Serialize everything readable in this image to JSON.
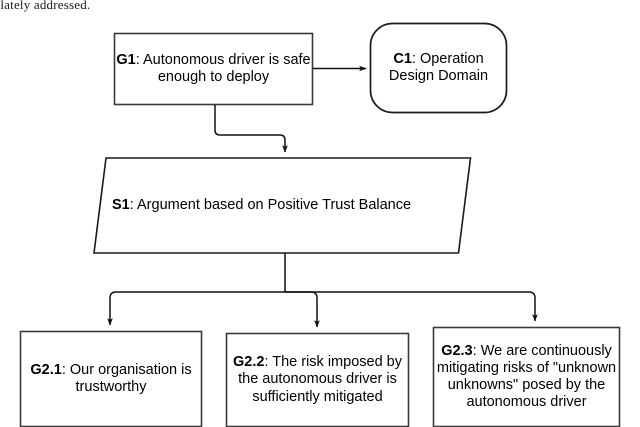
{
  "page": {
    "cropped_body_text": "...lately addressed."
  },
  "diagram": {
    "type": "goal-structuring-notation",
    "colors": {
      "background": "#ffffff",
      "stroke": "#000000",
      "text": "#000000"
    },
    "nodes": [
      {
        "key": "g1",
        "shape": "rectangle",
        "id": "G1",
        "separator": ": ",
        "text": "Autonomous driver is safe enough to deploy",
        "lines": [
          "G1: Autonomous driver is",
          "safe enough to deploy"
        ]
      },
      {
        "key": "c1",
        "shape": "rounded-rectangle",
        "id": "C1",
        "separator": ": ",
        "text": "Operation Design Domain",
        "lines": [
          "C1: Operation",
          "Design Domain"
        ]
      },
      {
        "key": "s1",
        "shape": "parallelogram",
        "id": "S1",
        "separator": ": ",
        "text": "Argument based on Positive Trust Balance",
        "lines": [
          "S1: Argument based on Positive Trust Balance"
        ]
      },
      {
        "key": "g21",
        "shape": "rectangle",
        "id": "G2.1",
        "separator": ": ",
        "text": "Our organisation is trustworthy",
        "lines": [
          "G2.1: Our organisation",
          "is trustworthy"
        ]
      },
      {
        "key": "g22",
        "shape": "rectangle",
        "id": "G2.2",
        "separator": ": ",
        "text": "The risk imposed by the autonomous driver is sufficiently mitigated",
        "lines": [
          "G2.2: The risk imposed",
          "by the autonomous",
          "driver is sufficiently",
          "mitigated"
        ]
      },
      {
        "key": "g23",
        "shape": "rectangle",
        "id": "G2.3",
        "separator": ": ",
        "text": "We are continuously mitigating risks of \"unknown unknowns\" posed by the autonomous driver",
        "lines": [
          "G2.3: We are continuously",
          "mitigating risks of",
          "\"unknown unknowns\"",
          "posed by the autonomous",
          "driver"
        ]
      }
    ],
    "edges": [
      {
        "key": "g1-c1",
        "from": "G1",
        "to": "C1",
        "style": "solid-arrow",
        "routing": "horizontal"
      },
      {
        "key": "g1-s1",
        "from": "G1",
        "to": "S1",
        "style": "solid-arrow",
        "routing": "dogleg"
      },
      {
        "key": "s1-g21",
        "from": "S1",
        "to": "G2.1",
        "style": "solid-arrow",
        "routing": "tree-branch-left"
      },
      {
        "key": "s1-g22",
        "from": "S1",
        "to": "G2.2",
        "style": "solid-arrow",
        "routing": "tree-branch-center"
      },
      {
        "key": "s1-g23",
        "from": "S1",
        "to": "G2.3",
        "style": "solid-arrow",
        "routing": "tree-branch-right"
      }
    ]
  }
}
